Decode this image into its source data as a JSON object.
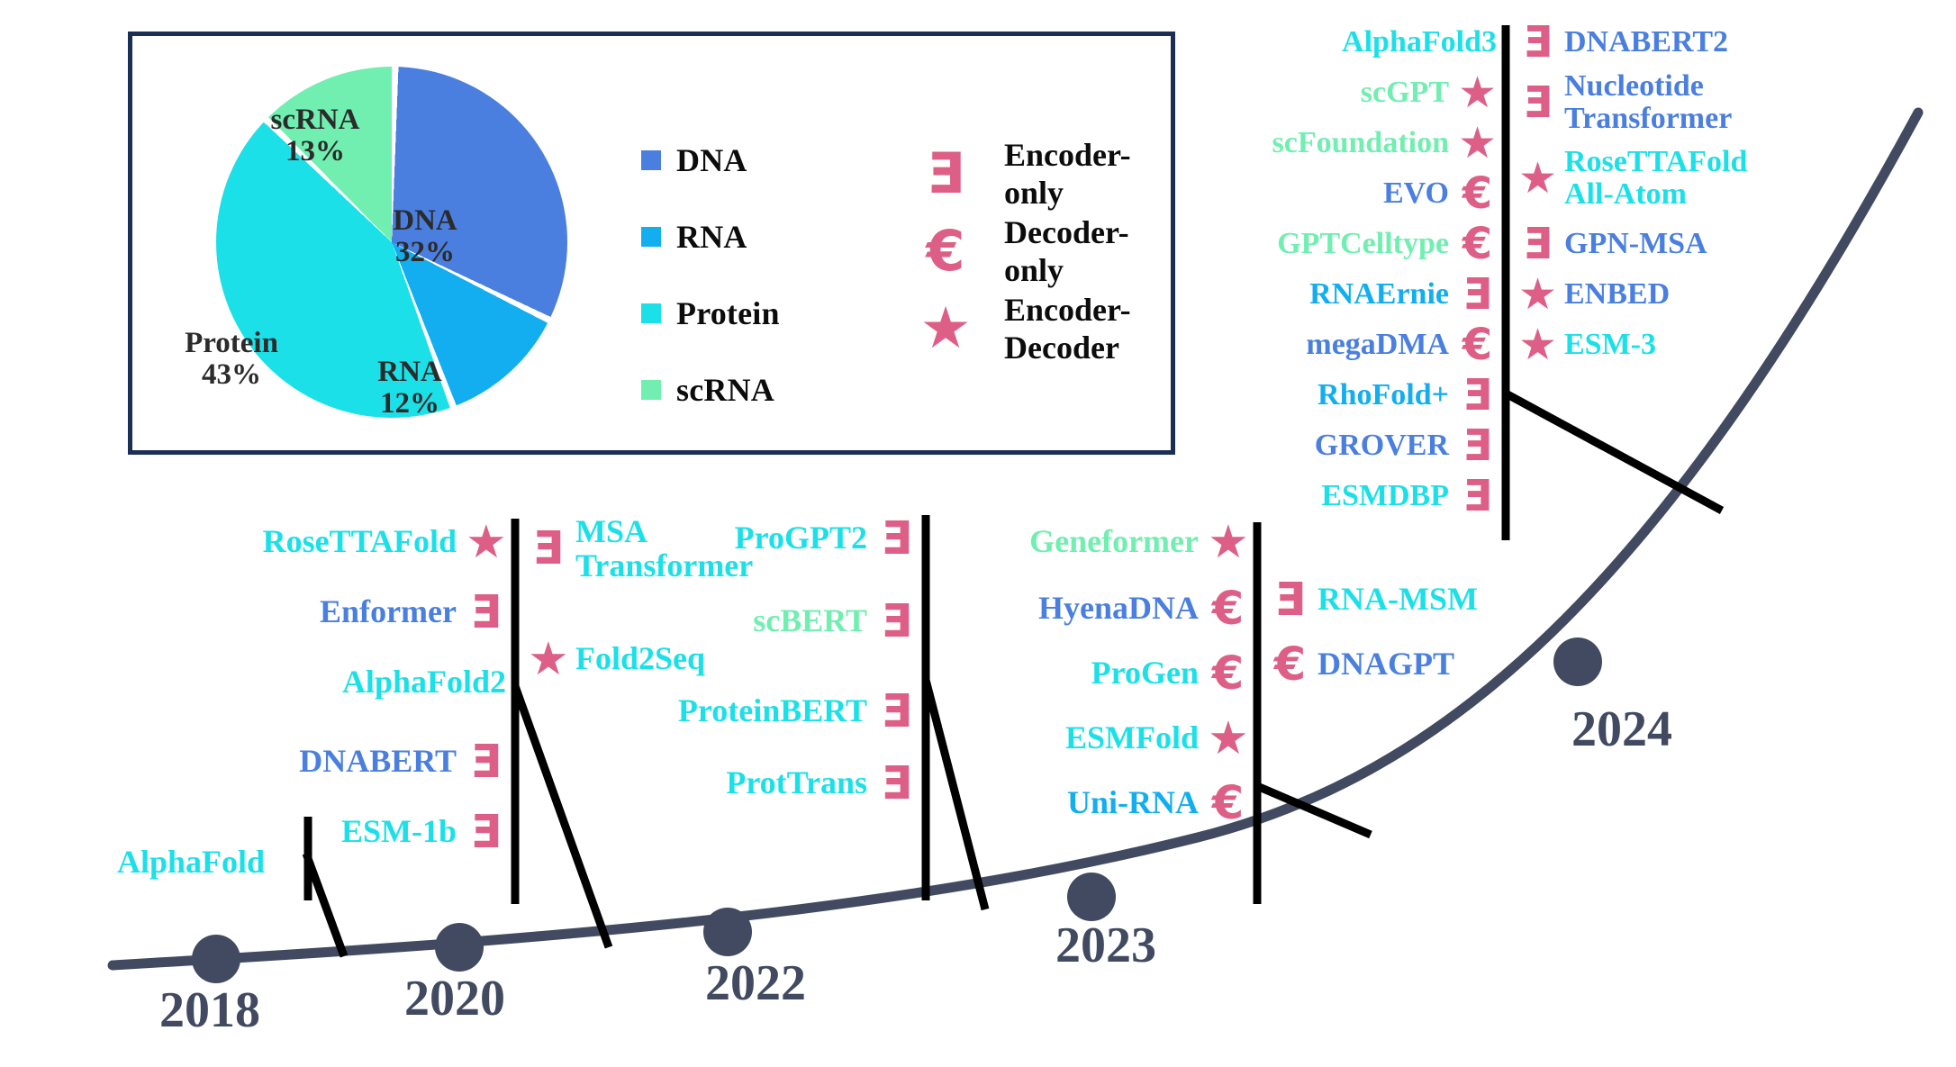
{
  "colors": {
    "dna": "#4a7fe0",
    "rna": "#12aeef",
    "protein": "#1ce0e8",
    "scrna": "#70efb0",
    "accent_pink": "#dd5f87",
    "timeline": "#414a60",
    "panel_border": "#1b2f56",
    "connector": "#000000"
  },
  "panel": {
    "pie": {
      "title": "",
      "slices": [
        {
          "label": "DNA",
          "value": 32,
          "pct_text": "32%",
          "color": "#4a7fe0"
        },
        {
          "label": "RNA",
          "value": 12,
          "pct_text": "12%",
          "color": "#12aeef"
        },
        {
          "label": "Protein",
          "value": 43,
          "pct_text": "43%",
          "color": "#1ce0e8"
        },
        {
          "label": "scRNA",
          "value": 13,
          "pct_text": "13%",
          "color": "#70efb0"
        }
      ]
    },
    "legend": [
      {
        "label": "DNA",
        "color": "#4a7fe0"
      },
      {
        "label": "RNA",
        "color": "#12aeef"
      },
      {
        "label": "Protein",
        "color": "#1ce0e8"
      },
      {
        "label": "scRNA",
        "color": "#70efb0"
      }
    ],
    "architectures": [
      {
        "glyph": "Ǝ",
        "label": "Encoder-only",
        "icon": "encoder-only-icon"
      },
      {
        "glyph": "€",
        "label": "Decoder-only",
        "icon": "decoder-only-icon"
      },
      {
        "glyph": "★",
        "label": "Encoder-Decoder",
        "icon": "encoder-decoder-icon"
      }
    ]
  },
  "chart_data": {
    "type": "pie",
    "title": "Distribution of biological foundation models by modality",
    "categories": [
      "DNA",
      "RNA",
      "Protein",
      "scRNA"
    ],
    "values": [
      32,
      12,
      43,
      13
    ],
    "labels": [
      "DNA 32%",
      "RNA 12%",
      "Protein 43%",
      "scRNA 13%"
    ],
    "colors": [
      "#4a7fe0",
      "#12aeef",
      "#1ce0e8",
      "#70efb0"
    ],
    "legend": "right",
    "units": "percent"
  },
  "timeline": {
    "years": [
      {
        "label": "2018"
      },
      {
        "label": "2020"
      },
      {
        "label": "2022"
      },
      {
        "label": "2023"
      },
      {
        "label": "2024"
      }
    ]
  },
  "groups": {
    "y2018": {
      "left": [
        {
          "name": "AlphaFold",
          "type": "protein",
          "arch": null
        }
      ],
      "right": []
    },
    "y2020": {
      "left": [
        {
          "name": "RoseTTAFold",
          "type": "protein",
          "arch": "star"
        },
        {
          "name": "Enformer",
          "type": "dna",
          "arch": "enc"
        },
        {
          "name": "AlphaFold2",
          "type": "protein",
          "arch": null
        },
        {
          "name": "DNABERT",
          "type": "dna",
          "arch": "enc"
        },
        {
          "name": "ESM-1b",
          "type": "protein",
          "arch": "enc"
        }
      ],
      "right": [
        {
          "name": "MSA Transformer",
          "type": "protein",
          "arch": "enc"
        },
        {
          "name": "Fold2Seq",
          "type": "protein",
          "arch": "star"
        }
      ]
    },
    "y2022": {
      "left": [
        {
          "name": "ProGPT2",
          "type": "protein",
          "arch": "enc"
        },
        {
          "name": "scBERT",
          "type": "scrna",
          "arch": "enc"
        },
        {
          "name": "ProteinBERT",
          "type": "protein",
          "arch": "enc"
        },
        {
          "name": "ProtTrans",
          "type": "protein",
          "arch": "enc"
        }
      ],
      "right": []
    },
    "y2023": {
      "left": [
        {
          "name": "Geneformer",
          "type": "scrna",
          "arch": "star"
        },
        {
          "name": "HyenaDNA",
          "type": "dna",
          "arch": "dec"
        },
        {
          "name": "ProGen",
          "type": "protein",
          "arch": "dec"
        },
        {
          "name": "ESMFold",
          "type": "protein",
          "arch": "star"
        },
        {
          "name": "Uni-RNA",
          "type": "rna",
          "arch": "dec"
        }
      ],
      "right": [
        {
          "name": "RNA-MSM",
          "type": "protein",
          "arch": "enc"
        },
        {
          "name": "DNAGPT",
          "type": "dna",
          "arch": "dec"
        }
      ]
    },
    "y2024": {
      "left": [
        {
          "name": "AlphaFold3",
          "type": "protein",
          "arch": null
        },
        {
          "name": "scGPT",
          "type": "scrna",
          "arch": "star"
        },
        {
          "name": "scFoundation",
          "type": "scrna",
          "arch": "star"
        },
        {
          "name": "EVO",
          "type": "dna",
          "arch": "dec"
        },
        {
          "name": "GPTCelltype",
          "type": "scrna",
          "arch": "dec"
        },
        {
          "name": "RNAErnie",
          "type": "rna",
          "arch": "enc"
        },
        {
          "name": "megaDMA",
          "type": "dna",
          "arch": "dec"
        },
        {
          "name": "RhoFold+",
          "type": "rna",
          "arch": "enc"
        },
        {
          "name": "GROVER",
          "type": "dna",
          "arch": "enc"
        },
        {
          "name": "ESMDBP",
          "type": "protein",
          "arch": "enc"
        }
      ],
      "right": [
        {
          "name": "DNABERT2",
          "type": "dna",
          "arch": "enc"
        },
        {
          "name": "Nucleotide Transformer",
          "type": "dna",
          "arch": "enc"
        },
        {
          "name": "RoseTTAFold All-Atom",
          "type": "protein",
          "arch": "star"
        },
        {
          "name": "GPN-MSA",
          "type": "dna",
          "arch": "enc"
        },
        {
          "name": "ENBED",
          "type": "dna",
          "arch": "star"
        },
        {
          "name": "ESM-3",
          "type": "protein",
          "arch": "star"
        }
      ]
    }
  }
}
